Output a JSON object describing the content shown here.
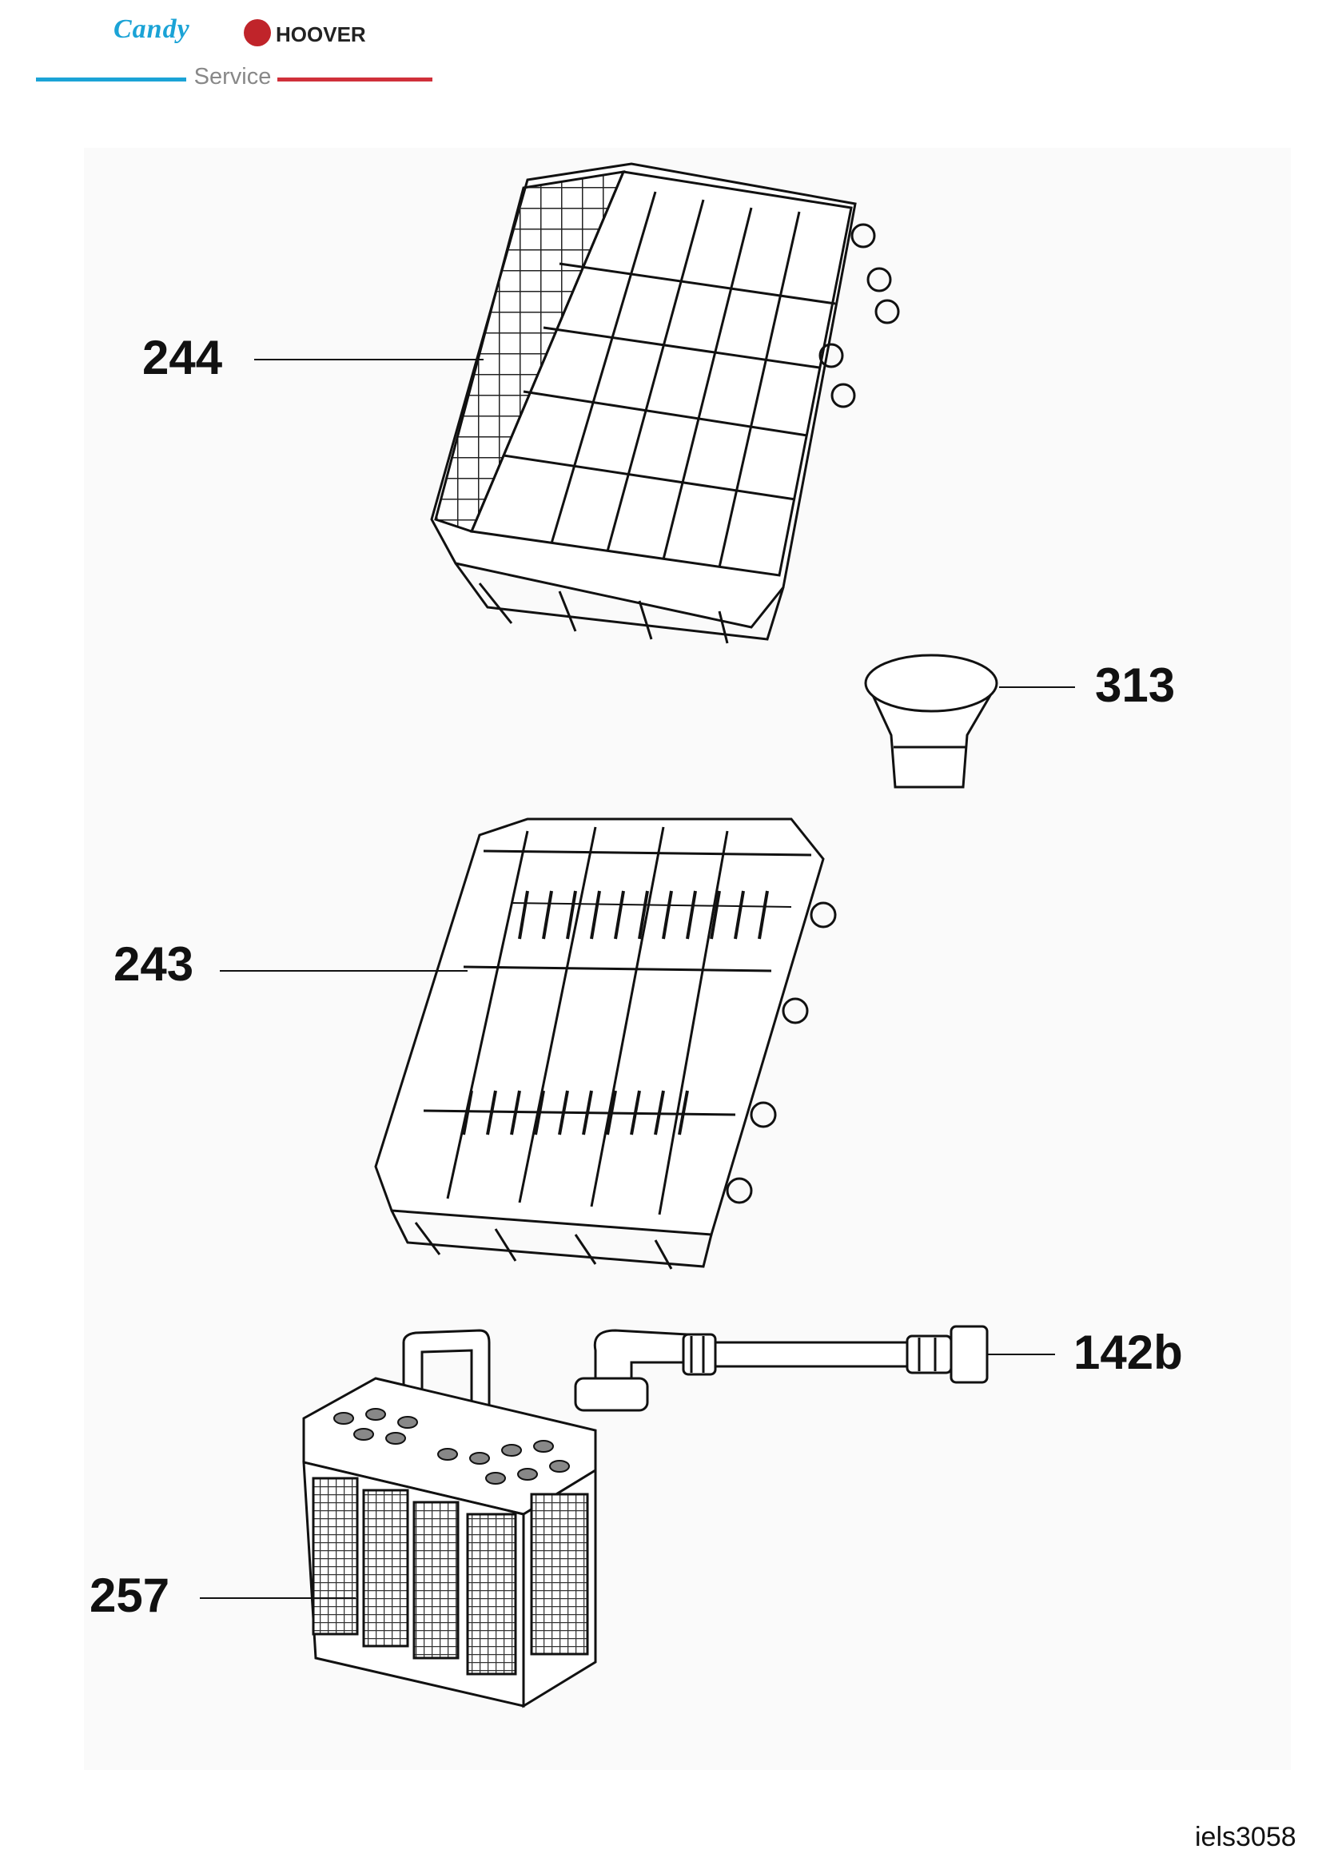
{
  "header": {
    "brand_left": "Candy",
    "brand_right": "HOOVER",
    "service_label": "Service",
    "colors": {
      "blue": "#1ba3d6",
      "red": "#d0303a"
    }
  },
  "parts": [
    {
      "id": "p244",
      "label": "244",
      "name": "upper basket"
    },
    {
      "id": "p313",
      "label": "313",
      "name": "salt funnel"
    },
    {
      "id": "p243",
      "label": "243",
      "name": "lower basket"
    },
    {
      "id": "p142b",
      "label": "142b",
      "name": "hose"
    },
    {
      "id": "p257",
      "label": "257",
      "name": "cutlery basket"
    }
  ],
  "footer": {
    "ref_code": "iels3058"
  }
}
